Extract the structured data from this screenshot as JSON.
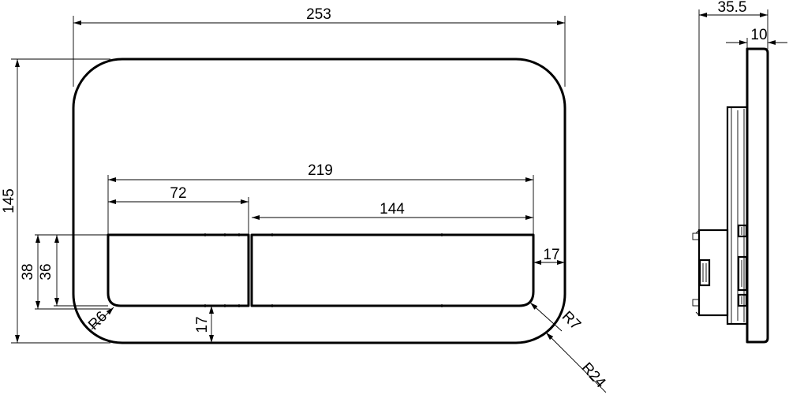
{
  "dimensions": {
    "overall_width": "253",
    "overall_height": "145",
    "buttons_width": "219",
    "small_button_width": "72",
    "large_button_width": "144",
    "outer_button_height": "38",
    "inner_button_height": "36",
    "side_margin": "17",
    "bottom_margin": "17",
    "button_corner_radius": "R6",
    "large_corner_radius": "R7",
    "plate_corner_radius": "R24",
    "side_depth": "35.5",
    "plate_thickness": "10"
  }
}
